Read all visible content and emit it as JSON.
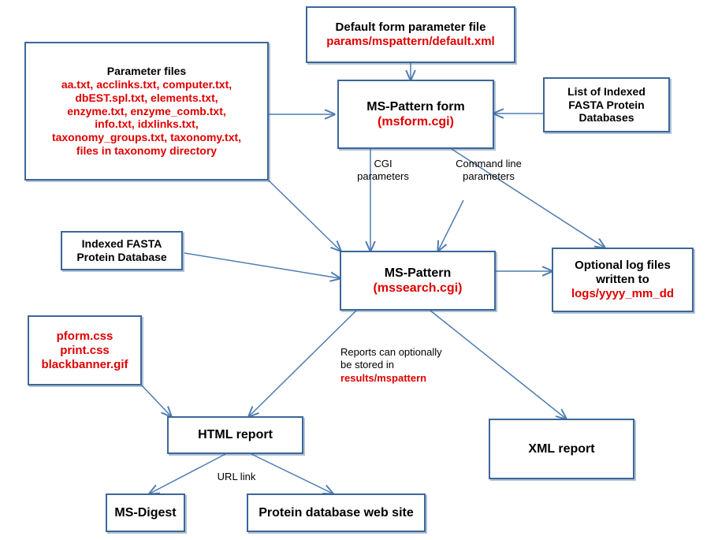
{
  "diagram": {
    "title": "MS-Pattern data flow diagram",
    "colors": {
      "border": "#3C6699",
      "arrow": "#4E7CB0",
      "text_black": "#000000",
      "text_red": "#E00000",
      "background": "#FFFFFF"
    }
  },
  "nodes": {
    "default_form_param_file": {
      "lines": [
        {
          "text": "Default form parameter file",
          "style": "black"
        },
        {
          "text": "params/mspattern/default.xml",
          "style": "red"
        }
      ]
    },
    "parameter_files": {
      "lines": [
        {
          "text": "Parameter files",
          "style": "black"
        },
        {
          "text": "aa.txt, acclinks.txt, computer.txt,",
          "style": "red"
        },
        {
          "text": "dbEST.spl.txt, elements.txt,",
          "style": "red"
        },
        {
          "text": "enzyme.txt, enzyme_comb.txt,",
          "style": "red"
        },
        {
          "text": "info.txt, idxlinks.txt,",
          "style": "red"
        },
        {
          "text": "taxonomy_groups.txt, taxonomy.txt,",
          "style": "red"
        },
        {
          "text": "files in taxonomy directory",
          "style": "red"
        }
      ]
    },
    "mspattern_form": {
      "lines": [
        {
          "text": "MS-Pattern form",
          "style": "black"
        },
        {
          "text": "(msform.cgi)",
          "style": "red"
        }
      ]
    },
    "list_of_indexed_fasta": {
      "lines": [
        {
          "text": "List of Indexed",
          "style": "black"
        },
        {
          "text": "FASTA Protein",
          "style": "black"
        },
        {
          "text": "Databases",
          "style": "black"
        }
      ]
    },
    "indexed_fasta_db": {
      "lines": [
        {
          "text": "Indexed FASTA",
          "style": "black"
        },
        {
          "text": "Protein Database",
          "style": "black"
        }
      ]
    },
    "mspattern_search": {
      "lines": [
        {
          "text": "MS-Pattern",
          "style": "black"
        },
        {
          "text": "(mssearch.cgi)",
          "style": "red"
        }
      ]
    },
    "optional_log_files": {
      "lines": [
        {
          "text": "Optional log files",
          "style": "black"
        },
        {
          "text": "written to",
          "style": "black"
        },
        {
          "text": "logs/yyyy_mm_dd",
          "style": "red"
        }
      ]
    },
    "style_assets": {
      "lines": [
        {
          "text": "pform.css",
          "style": "red"
        },
        {
          "text": "print.css",
          "style": "red"
        },
        {
          "text": "blackbanner.gif",
          "style": "red"
        }
      ]
    },
    "html_report": {
      "lines": [
        {
          "text": "HTML report",
          "style": "black"
        }
      ]
    },
    "xml_report": {
      "lines": [
        {
          "text": "XML report",
          "style": "black"
        }
      ]
    },
    "ms_digest": {
      "lines": [
        {
          "text": "MS-Digest",
          "style": "black"
        }
      ]
    },
    "protein_db_web_site": {
      "lines": [
        {
          "text": "Protein database web site",
          "style": "black"
        }
      ]
    }
  },
  "edge_labels": {
    "cgi_parameters": {
      "lines": [
        {
          "text": "CGI",
          "style": "black"
        },
        {
          "text": "parameters",
          "style": "black"
        }
      ]
    },
    "command_line_parameters": {
      "lines": [
        {
          "text": "Command line",
          "style": "black"
        },
        {
          "text": "parameters",
          "style": "black"
        }
      ]
    },
    "reports_stored": {
      "lines": [
        {
          "text": "Reports can optionally",
          "style": "black"
        },
        {
          "text": "be stored in",
          "style": "black"
        },
        {
          "text": "results/mspattern",
          "style": "red"
        }
      ]
    },
    "url_link": {
      "lines": [
        {
          "text": "URL link",
          "style": "black"
        }
      ]
    }
  }
}
